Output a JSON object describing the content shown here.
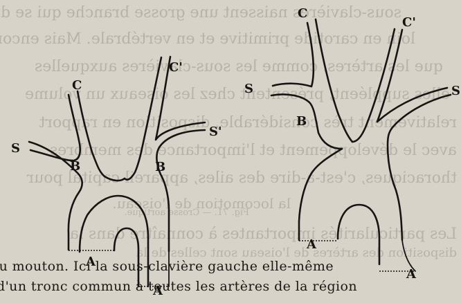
{
  "figure": {
    "left_diagram": {
      "labels": {
        "c": "C",
        "c_prime": "C'",
        "s": "S",
        "s_prime": "S'",
        "b_left": "B",
        "b_right": "B",
        "a_top": "A",
        "a_bottom": "A"
      }
    },
    "right_diagram": {
      "labels": {
        "c": "C",
        "c_prime": "C'",
        "s_left": "S",
        "s_right": "S",
        "b": "B",
        "a_left": "A",
        "a_right": "A"
      }
    }
  },
  "body_text": {
    "line1": "du mouton. Ici la sous-clavière gauche elle-même",
    "line2": "d'un tronc commun à toutes les artères de la région"
  }
}
